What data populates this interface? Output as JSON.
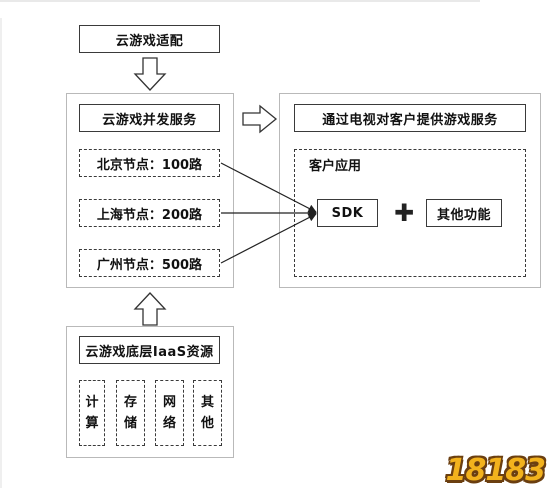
{
  "top": {
    "adapt_label": "云游戏适配"
  },
  "concurrency": {
    "title": "云游戏并发服务",
    "nodes": [
      {
        "label": "北京节点：100路"
      },
      {
        "label": "上海节点：200路"
      },
      {
        "label": "广州节点：500路"
      }
    ]
  },
  "service": {
    "title": "通过电视对客户提供游戏服务",
    "client_app_label": "客户应用",
    "sdk_label": "SDK",
    "plus_symbol": "✚",
    "other_label": "其他功能"
  },
  "iaas": {
    "title": "云游戏底层IaaS资源",
    "resources": [
      {
        "chars": [
          "计",
          "算"
        ]
      },
      {
        "chars": [
          "存",
          "储"
        ]
      },
      {
        "chars": [
          "网",
          "络"
        ]
      },
      {
        "chars": [
          "其",
          "他"
        ]
      }
    ]
  },
  "watermark": {
    "text": "18183"
  },
  "colors": {
    "stroke": "#3a3a3a",
    "panel_border": "#b9b9b9",
    "logo": "#f2b21d"
  }
}
